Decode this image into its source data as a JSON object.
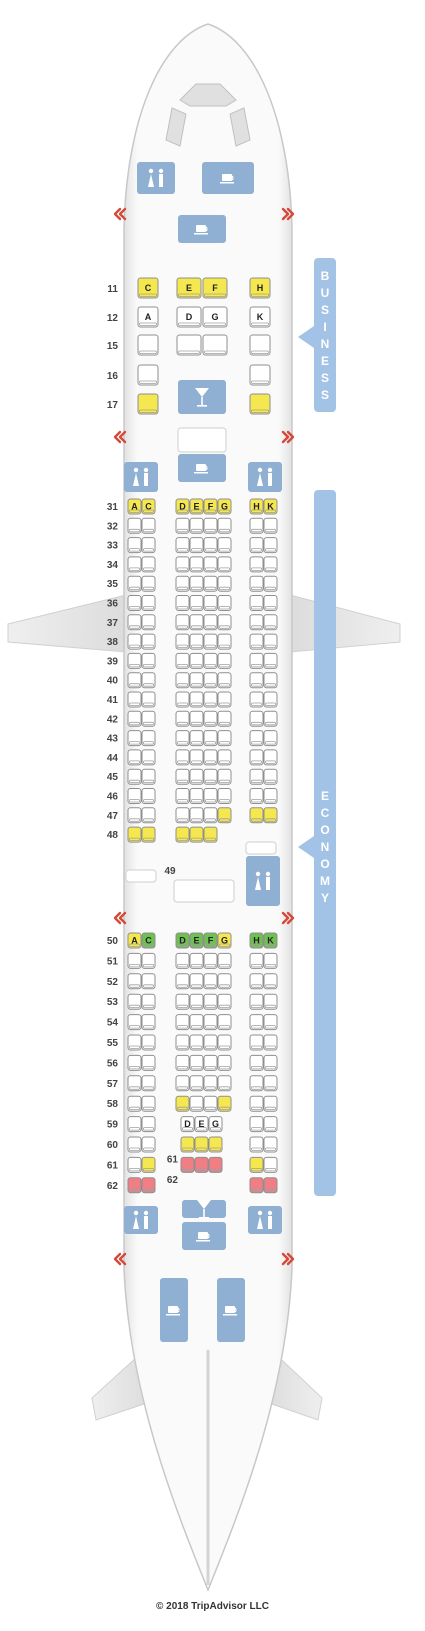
{
  "cabins": {
    "business": "BUSINESS",
    "economy": "ECONOMY"
  },
  "copyright": "© 2018 TripAdvisor LLC",
  "colors": {
    "standard": "#ffffff",
    "restricted": "#f5e74f",
    "good": "#6fc052",
    "bad": "#f07e84",
    "facility": "#8fb0d2",
    "cabin_bar": "#a3c3e6",
    "exit": "#d44a3a"
  },
  "business": [
    {
      "row": "11",
      "groups": [
        [
          "C"
        ],
        [
          "E",
          "F"
        ],
        [
          "H"
        ]
      ],
      "labels": {
        "C": "C",
        "E": "E",
        "F": "F",
        "H": "H"
      },
      "color": "restricted"
    },
    {
      "row": "12",
      "groups": [
        [
          "A"
        ],
        [
          "D",
          "G"
        ],
        [
          "K"
        ]
      ],
      "labels": {
        "A": "A",
        "D": "D",
        "G": "G",
        "K": "K"
      },
      "color": "standard"
    },
    {
      "row": "15",
      "groups": [
        [
          "A"
        ],
        [
          "D",
          "G"
        ],
        [
          "K"
        ]
      ],
      "labels": {},
      "color": "standard"
    },
    {
      "row": "16",
      "groups": [
        [
          "A"
        ],
        [],
        [
          "K"
        ]
      ],
      "labels": {},
      "color": "standard"
    },
    {
      "row": "17",
      "groups": [
        [
          "A"
        ],
        [],
        [
          "K"
        ]
      ],
      "labels": {},
      "color": "restricted"
    }
  ],
  "economy": [
    {
      "row": "31",
      "groups": [
        [
          "A",
          "C"
        ],
        [
          "D",
          "E",
          "F",
          "G"
        ],
        [
          "H",
          "K"
        ]
      ],
      "labels": {
        "A": "A",
        "C": "C",
        "D": "D",
        "E": "E",
        "F": "F",
        "G": "G",
        "H": "H",
        "K": "K"
      },
      "color": "restricted"
    },
    {
      "row": "32",
      "groups": [
        [
          "A",
          "C"
        ],
        [
          "D",
          "E",
          "F",
          "G"
        ],
        [
          "H",
          "K"
        ]
      ],
      "color": "standard"
    },
    {
      "row": "33",
      "groups": [
        [
          "A",
          "C"
        ],
        [
          "D",
          "E",
          "F",
          "G"
        ],
        [
          "H",
          "K"
        ]
      ],
      "color": "standard"
    },
    {
      "row": "34",
      "groups": [
        [
          "A",
          "C"
        ],
        [
          "D",
          "E",
          "F",
          "G"
        ],
        [
          "H",
          "K"
        ]
      ],
      "color": "standard"
    },
    {
      "row": "35",
      "groups": [
        [
          "A",
          "C"
        ],
        [
          "D",
          "E",
          "F",
          "G"
        ],
        [
          "H",
          "K"
        ]
      ],
      "color": "standard"
    },
    {
      "row": "36",
      "groups": [
        [
          "A",
          "C"
        ],
        [
          "D",
          "E",
          "F",
          "G"
        ],
        [
          "H",
          "K"
        ]
      ],
      "color": "standard"
    },
    {
      "row": "37",
      "groups": [
        [
          "A",
          "C"
        ],
        [
          "D",
          "E",
          "F",
          "G"
        ],
        [
          "H",
          "K"
        ]
      ],
      "color": "standard"
    },
    {
      "row": "38",
      "groups": [
        [
          "A",
          "C"
        ],
        [
          "D",
          "E",
          "F",
          "G"
        ],
        [
          "H",
          "K"
        ]
      ],
      "color": "standard"
    },
    {
      "row": "39",
      "groups": [
        [
          "A",
          "C"
        ],
        [
          "D",
          "E",
          "F",
          "G"
        ],
        [
          "H",
          "K"
        ]
      ],
      "color": "standard"
    },
    {
      "row": "40",
      "groups": [
        [
          "A",
          "C"
        ],
        [
          "D",
          "E",
          "F",
          "G"
        ],
        [
          "H",
          "K"
        ]
      ],
      "color": "standard"
    },
    {
      "row": "41",
      "groups": [
        [
          "A",
          "C"
        ],
        [
          "D",
          "E",
          "F",
          "G"
        ],
        [
          "H",
          "K"
        ]
      ],
      "color": "standard"
    },
    {
      "row": "42",
      "groups": [
        [
          "A",
          "C"
        ],
        [
          "D",
          "E",
          "F",
          "G"
        ],
        [
          "H",
          "K"
        ]
      ],
      "color": "standard"
    },
    {
      "row": "43",
      "groups": [
        [
          "A",
          "C"
        ],
        [
          "D",
          "E",
          "F",
          "G"
        ],
        [
          "H",
          "K"
        ]
      ],
      "color": "standard"
    },
    {
      "row": "44",
      "groups": [
        [
          "A",
          "C"
        ],
        [
          "D",
          "E",
          "F",
          "G"
        ],
        [
          "H",
          "K"
        ]
      ],
      "color": "standard"
    },
    {
      "row": "45",
      "groups": [
        [
          "A",
          "C"
        ],
        [
          "D",
          "E",
          "F",
          "G"
        ],
        [
          "H",
          "K"
        ]
      ],
      "color": "standard"
    },
    {
      "row": "46",
      "groups": [
        [
          "A",
          "C"
        ],
        [
          "D",
          "E",
          "F",
          "G"
        ],
        [
          "H",
          "K"
        ]
      ],
      "color": "standard"
    },
    {
      "row": "47",
      "groups": [
        [
          "A",
          "C"
        ],
        [
          "D",
          "E",
          "F",
          "G"
        ],
        [
          "H",
          "K"
        ]
      ],
      "color": "standard",
      "overrides": {
        "G": "restricted",
        "H": "restricted",
        "K": "restricted"
      }
    },
    {
      "row": "48",
      "groups": [
        [
          "A",
          "C"
        ],
        [
          "D",
          "E",
          "F"
        ],
        []
      ],
      "color": "restricted"
    },
    {
      "row": "49",
      "groups": [
        [],
        [],
        []
      ],
      "color": "standard"
    },
    {
      "row": "50",
      "groups": [
        [
          "A",
          "C"
        ],
        [
          "D",
          "E",
          "F",
          "G"
        ],
        [
          "H",
          "K"
        ]
      ],
      "labels": {
        "A": "A",
        "C": "C",
        "D": "D",
        "E": "E",
        "F": "F",
        "G": "G",
        "H": "H",
        "K": "K"
      },
      "color": "good",
      "overrides": {
        "A": "restricted",
        "G": "restricted"
      }
    },
    {
      "row": "51",
      "groups": [
        [
          "A",
          "C"
        ],
        [
          "D",
          "E",
          "F",
          "G"
        ],
        [
          "H",
          "K"
        ]
      ],
      "color": "standard"
    },
    {
      "row": "52",
      "groups": [
        [
          "A",
          "C"
        ],
        [
          "D",
          "E",
          "F",
          "G"
        ],
        [
          "H",
          "K"
        ]
      ],
      "color": "standard"
    },
    {
      "row": "53",
      "groups": [
        [
          "A",
          "C"
        ],
        [
          "D",
          "E",
          "F",
          "G"
        ],
        [
          "H",
          "K"
        ]
      ],
      "color": "standard"
    },
    {
      "row": "54",
      "groups": [
        [
          "A",
          "C"
        ],
        [
          "D",
          "E",
          "F",
          "G"
        ],
        [
          "H",
          "K"
        ]
      ],
      "color": "standard"
    },
    {
      "row": "55",
      "groups": [
        [
          "A",
          "C"
        ],
        [
          "D",
          "E",
          "F",
          "G"
        ],
        [
          "H",
          "K"
        ]
      ],
      "color": "standard"
    },
    {
      "row": "56",
      "groups": [
        [
          "A",
          "C"
        ],
        [
          "D",
          "E",
          "F",
          "G"
        ],
        [
          "H",
          "K"
        ]
      ],
      "color": "standard"
    },
    {
      "row": "57",
      "groups": [
        [
          "A",
          "C"
        ],
        [
          "D",
          "E",
          "F",
          "G"
        ],
        [
          "H",
          "K"
        ]
      ],
      "color": "standard"
    },
    {
      "row": "58",
      "groups": [
        [
          "A",
          "C"
        ],
        [
          "D",
          "E",
          "F",
          "G"
        ],
        [
          "H",
          "K"
        ]
      ],
      "color": "standard",
      "overrides": {
        "D": "restricted",
        "G": "restricted"
      }
    },
    {
      "row": "59",
      "groups": [
        [
          "A",
          "C"
        ],
        [
          "D",
          "E",
          "G"
        ],
        [
          "H",
          "K"
        ]
      ],
      "labels": {
        "D": "D",
        "E": "E",
        "G": "G"
      },
      "color": "standard"
    },
    {
      "row": "60",
      "groups": [
        [
          "A",
          "C"
        ],
        [
          "D",
          "E",
          "G"
        ],
        [
          "H",
          "K"
        ]
      ],
      "color": "standard",
      "overrides": {
        "D": "restricted",
        "E": "restricted",
        "G": "restricted"
      }
    },
    {
      "row": "61",
      "groups": [
        [
          "A",
          "C"
        ],
        [
          "D",
          "E",
          "G"
        ],
        [
          "H",
          "K"
        ]
      ],
      "color": "standard",
      "overrides": {
        "C": "restricted",
        "D": "bad",
        "E": "bad",
        "G": "bad",
        "H": "restricted"
      }
    },
    {
      "row": "62",
      "groups": [
        [
          "A",
          "C"
        ],
        [],
        [
          "H",
          "K"
        ]
      ],
      "color": "bad"
    }
  ]
}
